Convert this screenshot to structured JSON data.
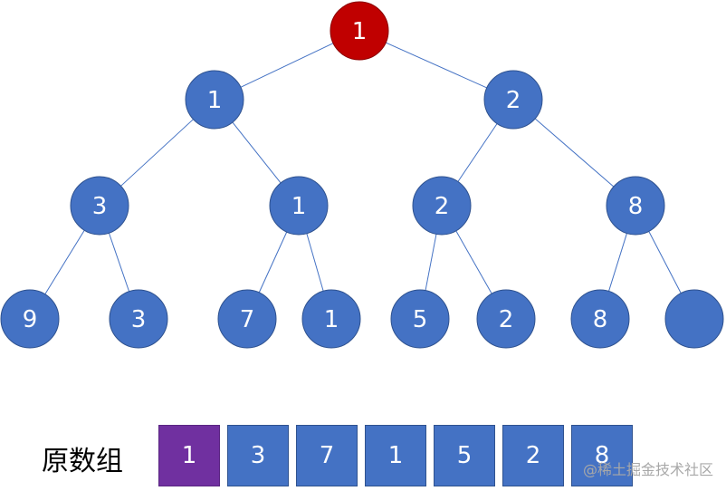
{
  "tree": {
    "nodes": [
      {
        "id": "root",
        "value": "1",
        "highlight": true
      },
      {
        "id": "l1-0",
        "value": "1"
      },
      {
        "id": "l1-1",
        "value": "2"
      },
      {
        "id": "l2-0",
        "value": "3"
      },
      {
        "id": "l2-1",
        "value": "1"
      },
      {
        "id": "l2-2",
        "value": "2"
      },
      {
        "id": "l2-3",
        "value": "8"
      },
      {
        "id": "l3-0",
        "value": "9"
      },
      {
        "id": "l3-1",
        "value": "3"
      },
      {
        "id": "l3-2",
        "value": "7"
      },
      {
        "id": "l3-3",
        "value": "1"
      },
      {
        "id": "l3-4",
        "value": "5"
      },
      {
        "id": "l3-5",
        "value": "2"
      },
      {
        "id": "l3-6",
        "value": "8"
      },
      {
        "id": "l3-7",
        "value": ""
      }
    ],
    "edges": [
      [
        "root",
        "l1-0"
      ],
      [
        "root",
        "l1-1"
      ],
      [
        "l1-0",
        "l2-0"
      ],
      [
        "l1-0",
        "l2-1"
      ],
      [
        "l1-1",
        "l2-2"
      ],
      [
        "l1-1",
        "l2-3"
      ],
      [
        "l2-0",
        "l3-0"
      ],
      [
        "l2-0",
        "l3-1"
      ],
      [
        "l2-1",
        "l3-2"
      ],
      [
        "l2-1",
        "l3-3"
      ],
      [
        "l2-2",
        "l3-4"
      ],
      [
        "l2-2",
        "l3-5"
      ],
      [
        "l2-3",
        "l3-6"
      ],
      [
        "l2-3",
        "l3-7"
      ]
    ]
  },
  "array": {
    "label": "原数组",
    "cells": [
      {
        "value": "1",
        "highlight": true
      },
      {
        "value": "3"
      },
      {
        "value": "7"
      },
      {
        "value": "1"
      },
      {
        "value": "5"
      },
      {
        "value": "2"
      },
      {
        "value": "8"
      }
    ]
  },
  "watermark": "@稀土掘金技术社区",
  "colors": {
    "node_fill": "#4472c4",
    "node_stroke": "#2f528f",
    "highlight_node": "#c00000",
    "highlight_cell": "#7030a0",
    "edge": "#4472c4"
  }
}
